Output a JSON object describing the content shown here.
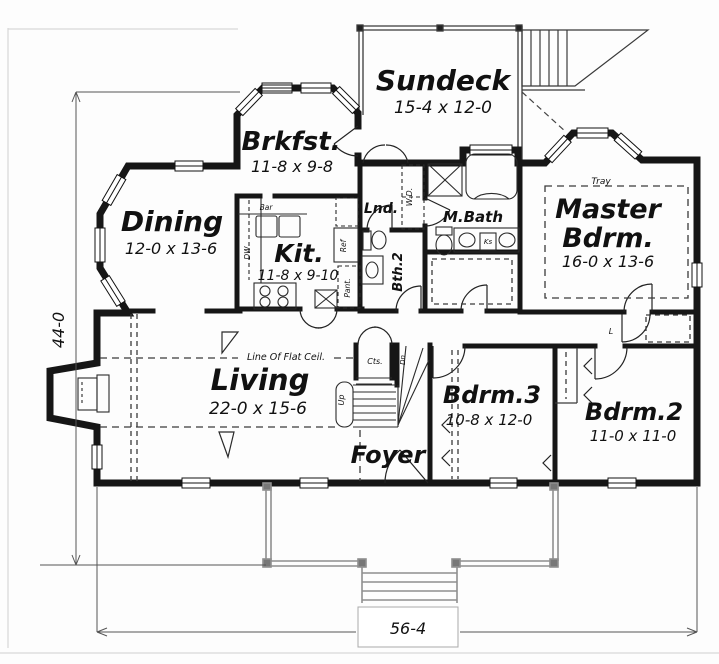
{
  "plan": {
    "overall_depth": "44-0",
    "overall_width": "56-4",
    "rooms": {
      "sundeck": {
        "name": "Sundeck",
        "size": "15-4 x 12-0"
      },
      "breakfast": {
        "name": "Brkfst.",
        "size": "11-8 x 9-8"
      },
      "dining": {
        "name": "Dining",
        "size": "12-0 x 13-6"
      },
      "kitchen": {
        "name": "Kit.",
        "size": "11-8 x 9-10"
      },
      "laundry": {
        "name": "Lnd."
      },
      "bath2": {
        "name": "Bth.2"
      },
      "master_bath": {
        "name": "M.Bath"
      },
      "master_bedroom": {
        "name_line1": "Master",
        "name_line2": "Bdrm.",
        "size": "16-0 x 13-6"
      },
      "living": {
        "name": "Living",
        "size": "22-0 x 15-6"
      },
      "foyer": {
        "name": "Foyer"
      },
      "bedroom3": {
        "name": "Bdrm.3",
        "size": "10-8 x 12-0"
      },
      "bedroom2": {
        "name": "Bdrm.2",
        "size": "11-0 x 11-0"
      }
    },
    "annotations": {
      "tray_ceiling": "Tray",
      "flat_ceiling": "Line Of Flat Ceil.",
      "bar": "Bar",
      "dishwasher": "DW",
      "refrigerator": "Ref",
      "pantry": "Pant.",
      "washer_dryer": "W.D.",
      "knee_space": "Ks",
      "coats_closet": "Cts.",
      "stairs_up": "Up",
      "stairs_dn": "Dn",
      "linen": "L"
    },
    "colors": {
      "walls": "#161616",
      "porch_rail": "#8f8f8f",
      "dimension_line": "#555555"
    }
  }
}
